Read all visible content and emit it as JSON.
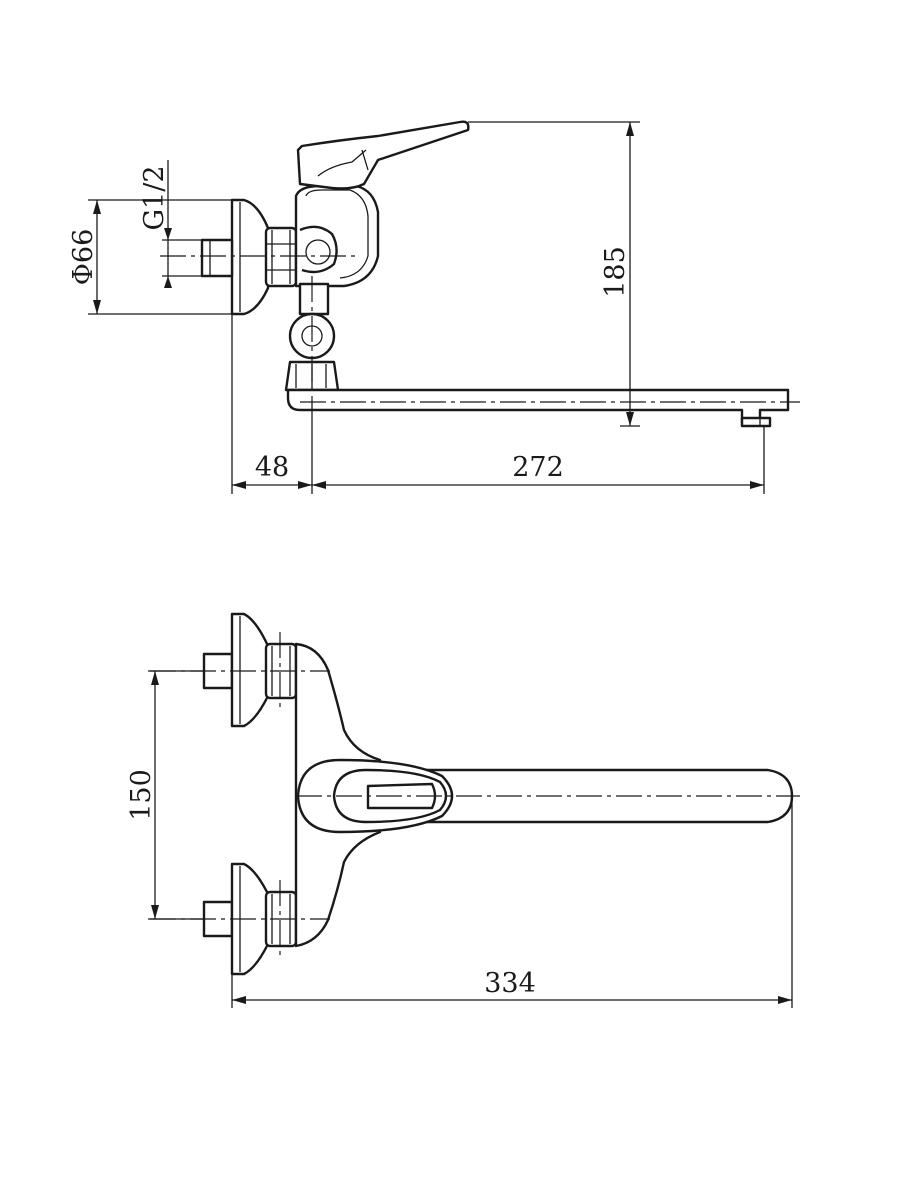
{
  "colors": {
    "line": "#1a1a1a",
    "background": "#ffffff"
  },
  "side_view": {
    "dim_diameter": "Φ66",
    "dim_thread": "G1/2",
    "dim_height": "185",
    "dim_offset": "48",
    "dim_spout": "272"
  },
  "top_view": {
    "dim_spacing": "150",
    "dim_total": "334"
  }
}
